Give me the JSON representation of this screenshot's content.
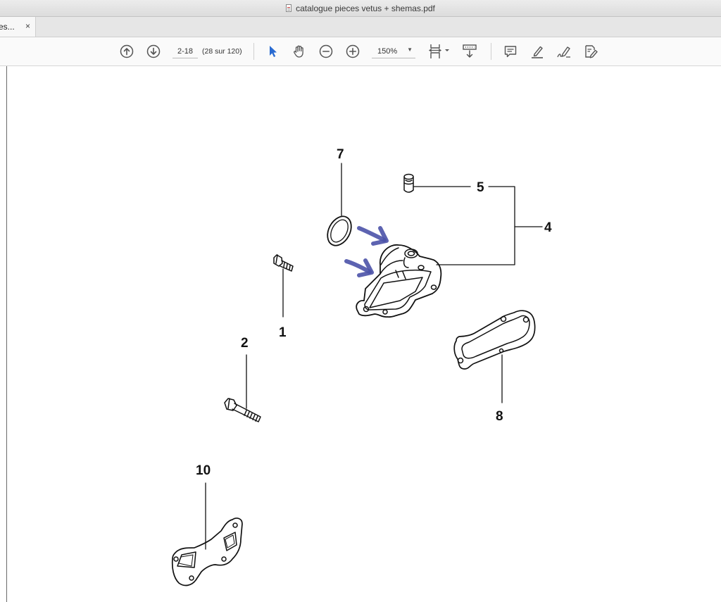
{
  "window": {
    "title": "catalogue pieces vetus + shemas.pdf"
  },
  "tab": {
    "label": "es...",
    "close": "×"
  },
  "toolbar": {
    "page_value": "2-18",
    "page_count": "(28 sur 120)",
    "zoom": "150%",
    "icons": [
      "arrow-up-circle",
      "arrow-down-circle",
      "select-arrow",
      "hand",
      "zoom-out",
      "zoom-in",
      "fit-page",
      "scroll-mode",
      "comment",
      "highlight",
      "sign",
      "fill-sign"
    ]
  },
  "diagram": {
    "callouts": [
      "7",
      "5",
      "4",
      "1",
      "2",
      "8",
      "10"
    ],
    "annotation_color": "#4b52a8"
  }
}
